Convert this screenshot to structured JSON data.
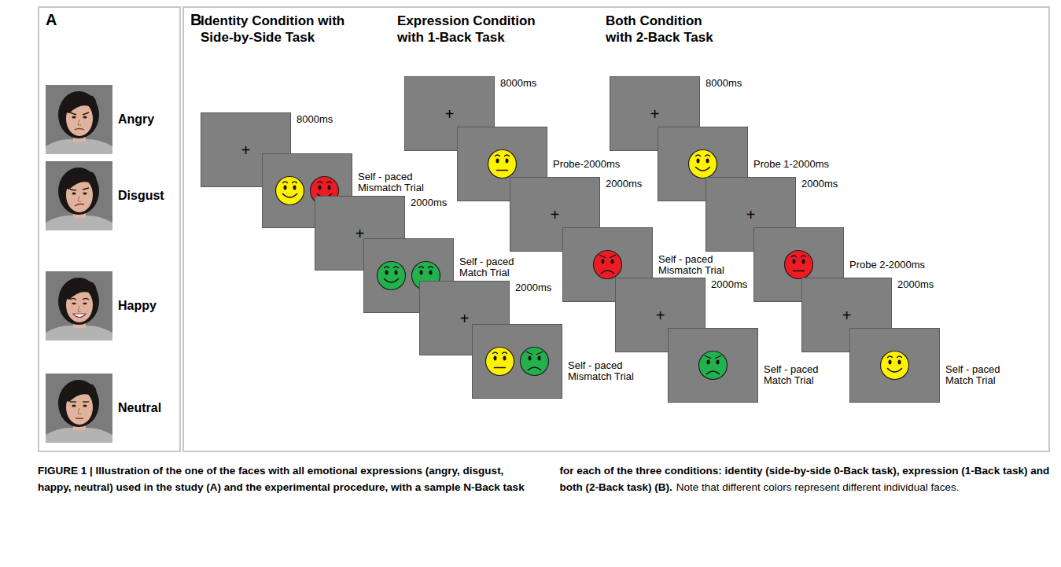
{
  "diagram": {
    "caption": "FIGURE 1 | Illustration of the one of the faces with all emotional expressions (angry, disgust, happy, neutral) used in the study (A) and the experimental procedure, with a sample N-Back task for each of the three conditions: identity (side-by-side 0-Back task), expression (1-Back task) and both (2-Back task) (B).",
    "nodes": [
      {
        "text": [
          "A"
        ]
      },
      {
        "text": [
          "Angry"
        ],
        "in": 0
      },
      {
        "text": [
          "Disgust"
        ],
        "in": 0
      },
      {
        "text": [
          "Happy"
        ],
        "in": 0
      },
      {
        "text": [
          "Neutral"
        ],
        "in": 0
      },
      {
        "text": [
          "B"
        ]
      },
      {
        "text": [
          "+",
          "8000ms"
        ],
        "in": 5
      },
      {
        "text": [
          "Self - paced Mismatch Trial"
        ],
        "in": 5
      },
      {
        "text": [
          "+",
          "2000ms"
        ],
        "in": 5
      },
      {
        "text": [
          "Self - paced Match Trial"
        ],
        "in": 5
      },
      {
        "text": [
          "+",
          "2000ms"
        ],
        "in": 5
      },
      {
        "text": [
          "Self - paced Mismatch Trial"
        ],
        "in": 5
      },
      {
        "text": [
          "+",
          "8000ms"
        ],
        "in": 5
      },
      {
        "text": [
          "Probe-2000ms"
        ],
        "in": 5
      },
      {
        "text": [
          "+",
          "2000ms"
        ],
        "in": 5
      },
      {
        "text": [
          "Self - paced Mismatch Trial"
        ],
        "in": 5
      },
      {
        "text": [
          "+",
          "2000ms"
        ],
        "in": 5
      },
      {
        "text": [
          "Self - paced Match Trial"
        ],
        "in": 5
      },
      {
        "text": [
          "+",
          "8000ms"
        ],
        "in": 5
      },
      {
        "text": [
          "Probe 1-2000ms"
        ],
        "in": 5
      },
      {
        "text": [
          "+",
          "2000ms"
        ],
        "in": 5
      },
      {
        "text": [
          "Probe 2-2000ms"
        ],
        "in": 5
      },
      {
        "text": [
          "+",
          "2000ms"
        ],
        "in": 5
      },
      {
        "text": [
          "Self - paced Match Trial"
        ],
        "in": 5
      }
    ],
    "labels": [
      "Identity Condition with Side-by-Side Task",
      "Expression Condition with 1-Back Task",
      "Both Condition with 2-Back Task",
      "Note that different colors represent different individual faces."
    ]
  }
}
